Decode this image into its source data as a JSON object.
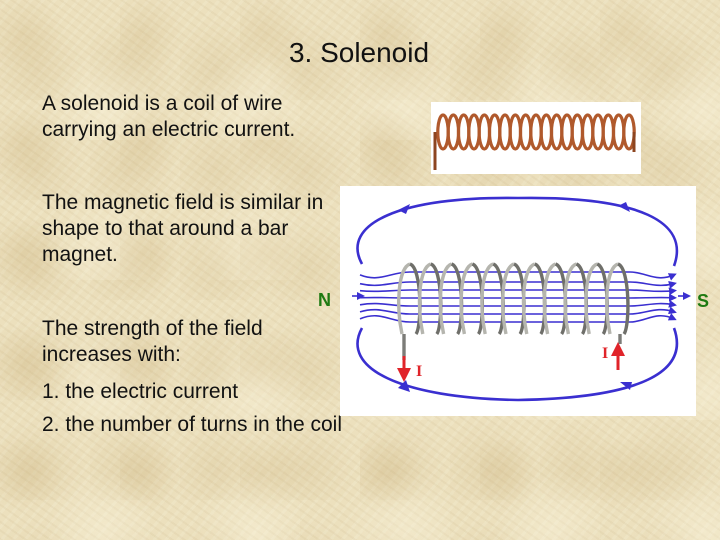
{
  "slide": {
    "title": "3. Solenoid",
    "definition": "A solenoid is a coil of wire carrying an electric current.",
    "field_shape": "The magnetic field is similar in shape to that around a bar magnet.",
    "strength_intro": "The strength of the field increases with:",
    "factors": [
      "1. the electric current",
      "2. the number of turns in the coil"
    ]
  },
  "diagram": {
    "north_label": "N",
    "south_label": "S",
    "current_label_left": "I",
    "current_label_right": "I",
    "colors": {
      "field_lines": "#3a2fd0",
      "current_arrows": "#e0242a",
      "pole_labels": "#1e7a12",
      "coil_wire": "#8a8a86",
      "copper": "#b0592c"
    }
  }
}
